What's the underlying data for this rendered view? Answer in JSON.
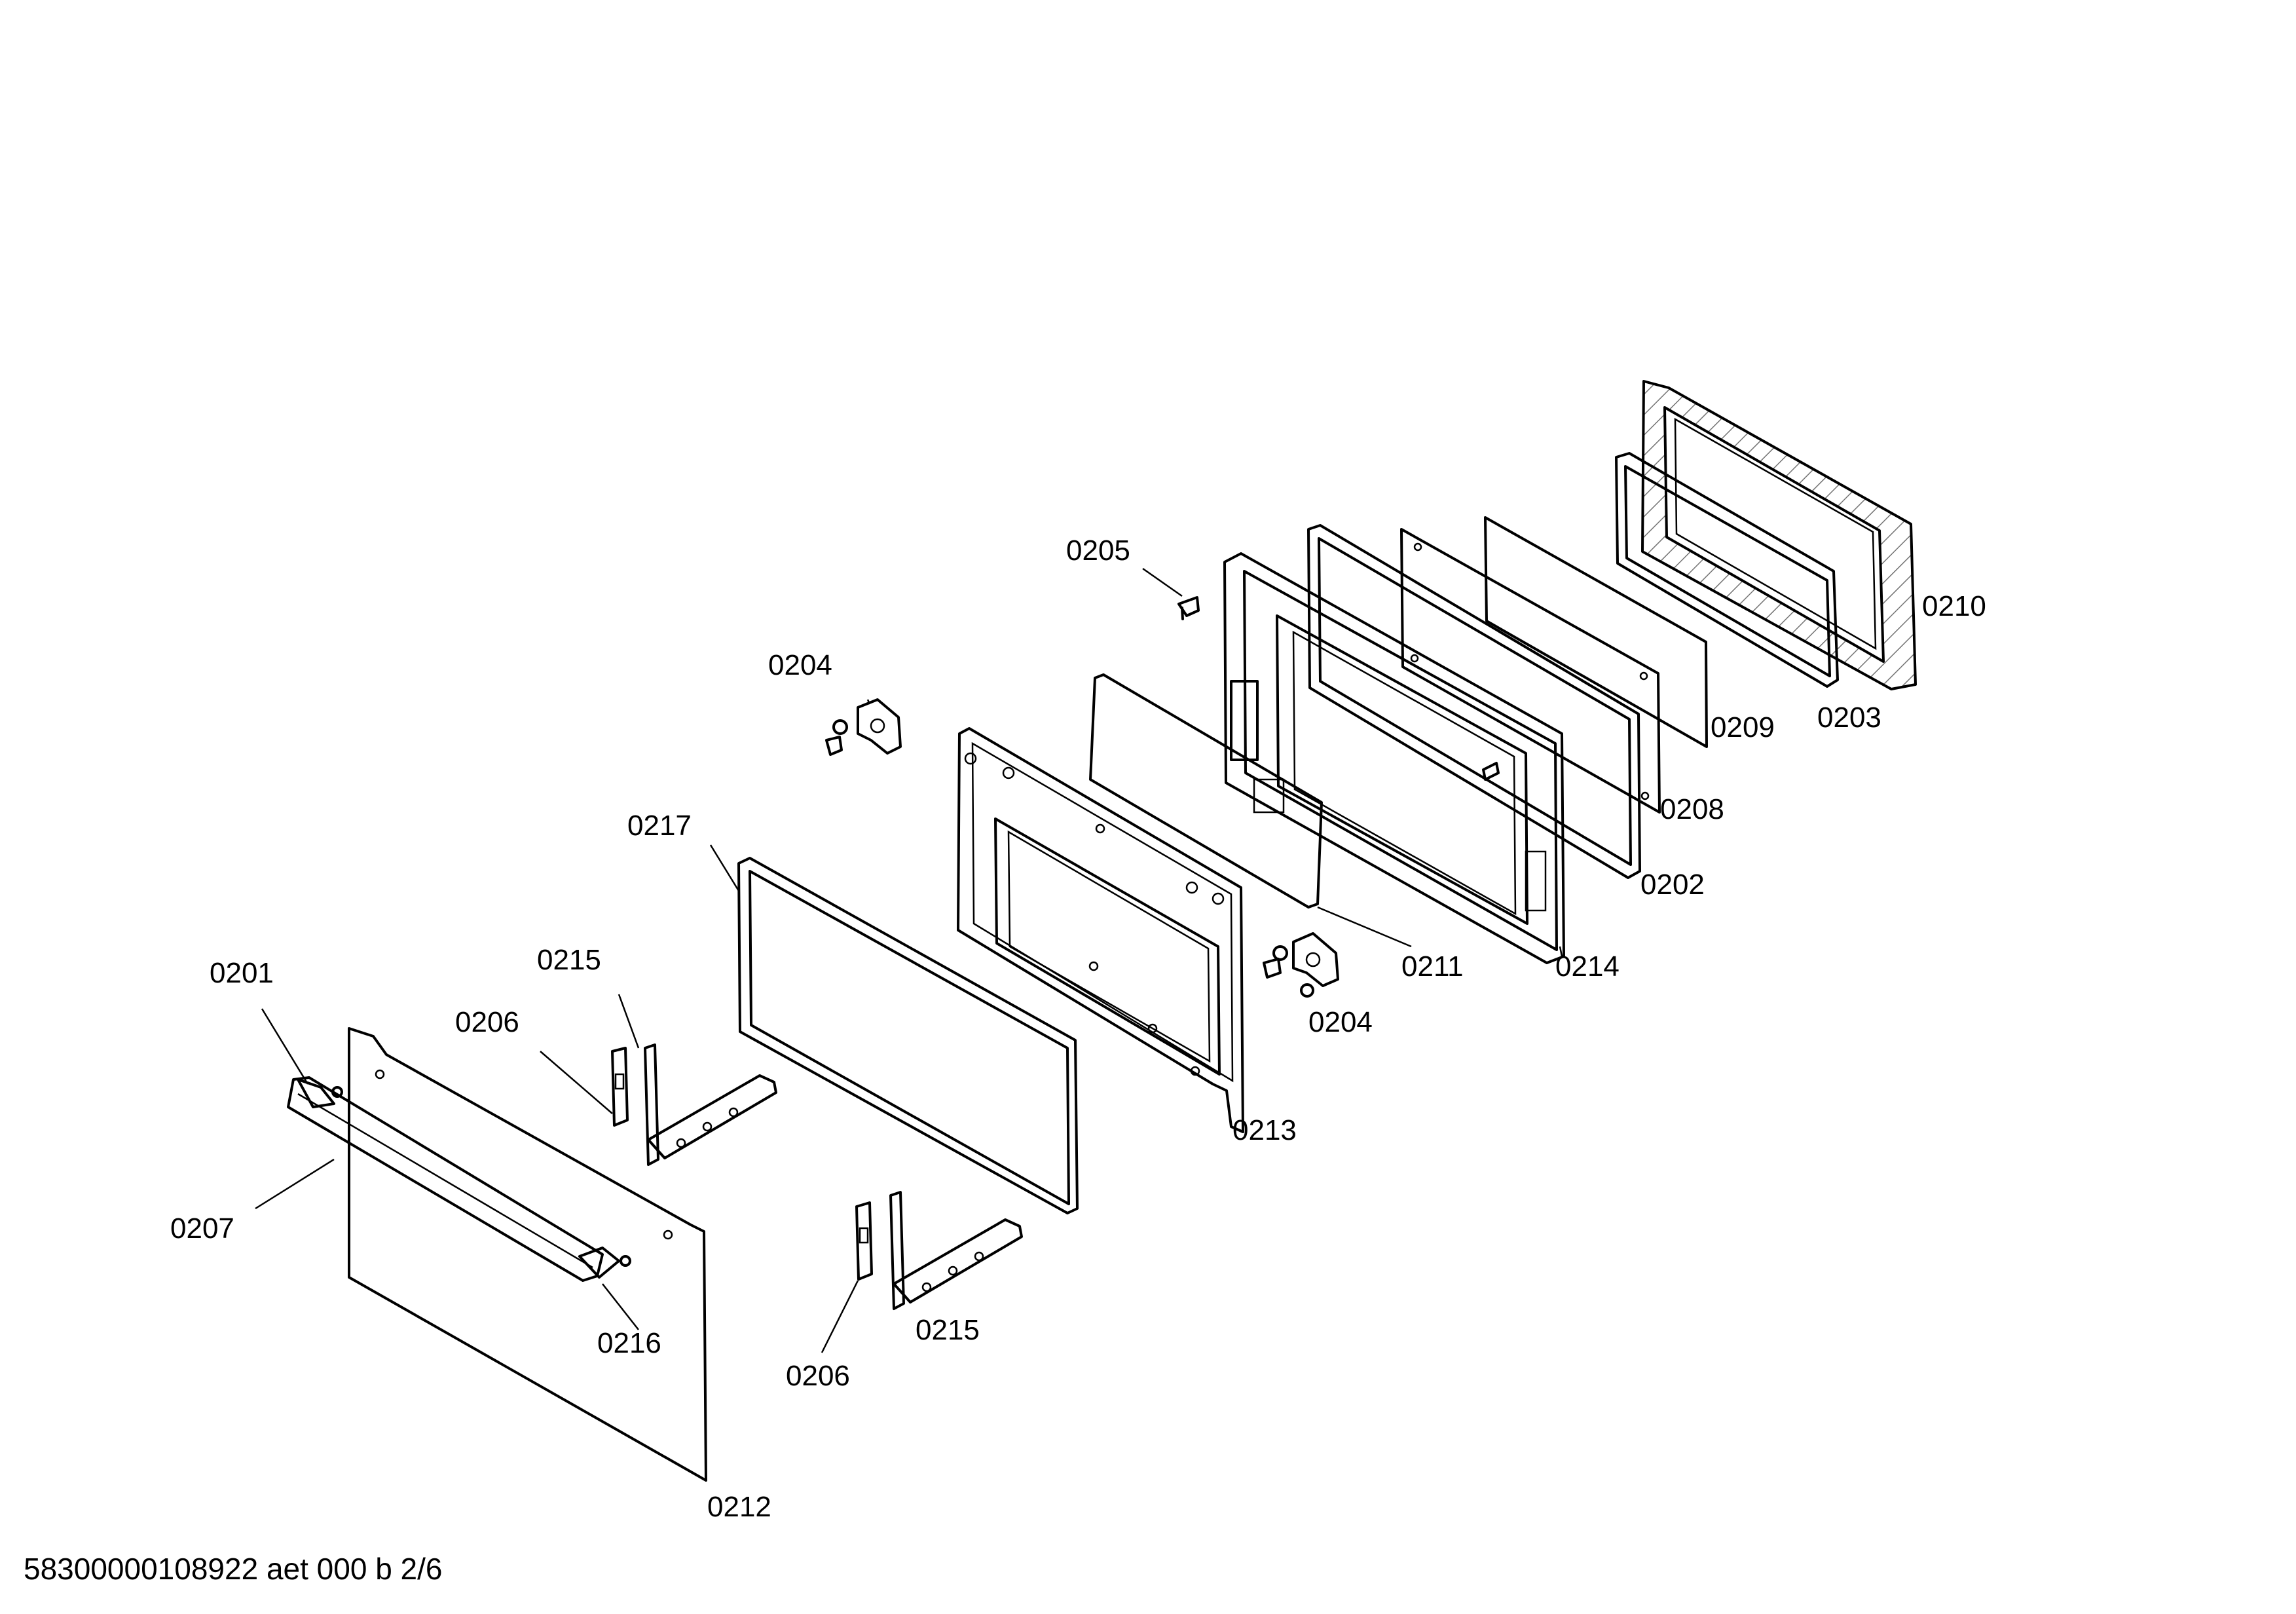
{
  "labels": {
    "p0201": "0201",
    "p0202": "0202",
    "p0203": "0203",
    "p0204a": "0204",
    "p0204b": "0204",
    "p0205": "0205",
    "p0206a": "0206",
    "p0206b": "0206",
    "p0207": "0207",
    "p0208": "0208",
    "p0209": "0209",
    "p0210": "0210",
    "p0211": "0211",
    "p0212": "0212",
    "p0213": "0213",
    "p0214": "0214",
    "p0215a": "0215",
    "p0215b": "0215",
    "p0216": "0216",
    "p0217": "0217"
  },
  "footer": "58300000108922 aet 000 b 2/6"
}
